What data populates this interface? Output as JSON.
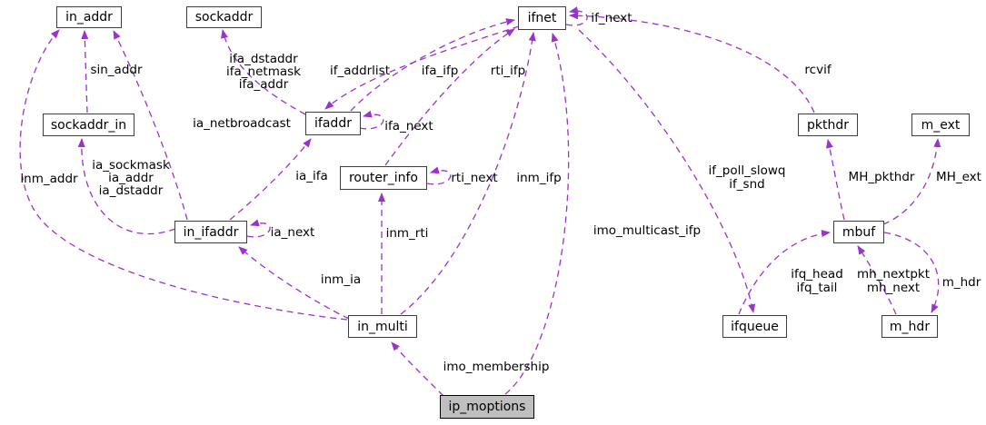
{
  "diagram": {
    "kind": "collaboration-graph",
    "colors": {
      "edge": "#9a32cd",
      "node_border": "#3d3d3d",
      "highlight_fill": "#bfbfbf",
      "node_fill": "#ffffff"
    },
    "nodes": [
      {
        "id": "in_addr",
        "label": "in_addr",
        "highlighted": false
      },
      {
        "id": "sockaddr",
        "label": "sockaddr",
        "highlighted": false
      },
      {
        "id": "ifnet",
        "label": "ifnet",
        "highlighted": false
      },
      {
        "id": "sockaddr_in",
        "label": "sockaddr_in",
        "highlighted": false
      },
      {
        "id": "ifaddr",
        "label": "ifaddr",
        "highlighted": false
      },
      {
        "id": "pkthdr",
        "label": "pkthdr",
        "highlighted": false
      },
      {
        "id": "m_ext",
        "label": "m_ext",
        "highlighted": false
      },
      {
        "id": "router_info",
        "label": "router_info",
        "highlighted": false
      },
      {
        "id": "in_ifaddr",
        "label": "in_ifaddr",
        "highlighted": false
      },
      {
        "id": "mbuf",
        "label": "mbuf",
        "highlighted": false
      },
      {
        "id": "in_multi",
        "label": "in_multi",
        "highlighted": false
      },
      {
        "id": "ifqueue",
        "label": "ifqueue",
        "highlighted": false
      },
      {
        "id": "m_hdr",
        "label": "m_hdr",
        "highlighted": false
      },
      {
        "id": "ip_moptions",
        "label": "ip_moptions",
        "highlighted": true
      }
    ],
    "edges": [
      {
        "from": "ifnet",
        "to": "ifaddr",
        "labels": [
          "if_addrlist"
        ]
      },
      {
        "from": "ifaddr",
        "to": "ifnet",
        "labels": [
          "ifa_ifp"
        ]
      },
      {
        "from": "router_info",
        "to": "ifnet",
        "labels": [
          "rti_ifp"
        ]
      },
      {
        "from": "ifnet",
        "to": "ifnet",
        "labels": [
          "if_next"
        ]
      },
      {
        "from": "pkthdr",
        "to": "ifnet",
        "labels": [
          "rcvif"
        ]
      },
      {
        "from": "sockaddr_in",
        "to": "in_addr",
        "labels": [
          "sin_addr"
        ]
      },
      {
        "from": "in_multi",
        "to": "in_addr",
        "labels": [
          "inm_addr"
        ]
      },
      {
        "from": "in_ifaddr",
        "to": "in_addr",
        "labels": [
          "ia_netbroadcast"
        ]
      },
      {
        "from": "ifaddr",
        "to": "sockaddr",
        "labels": [
          "ifa_dstaddr",
          "ifa_netmask",
          "ifa_addr"
        ]
      },
      {
        "from": "in_ifaddr",
        "to": "sockaddr_in",
        "labels": [
          "ia_sockmask",
          "ia_addr",
          "ia_dstaddr"
        ]
      },
      {
        "from": "ifaddr",
        "to": "ifaddr",
        "labels": [
          "ifa_next"
        ]
      },
      {
        "from": "in_ifaddr",
        "to": "ifaddr",
        "labels": [
          "ia_ifa"
        ]
      },
      {
        "from": "router_info",
        "to": "router_info",
        "labels": [
          "rti_next"
        ]
      },
      {
        "from": "in_multi",
        "to": "router_info",
        "labels": [
          "inm_rti"
        ]
      },
      {
        "from": "in_multi",
        "to": "ifnet",
        "labels": [
          "inm_ifp"
        ]
      },
      {
        "from": "in_ifaddr",
        "to": "in_ifaddr",
        "labels": [
          "ia_next"
        ]
      },
      {
        "from": "in_multi",
        "to": "in_ifaddr",
        "labels": [
          "inm_ia"
        ]
      },
      {
        "from": "ip_moptions",
        "to": "in_multi",
        "labels": [
          "imo_membership"
        ]
      },
      {
        "from": "ip_moptions",
        "to": "ifnet",
        "labels": [
          "imo_multicast_ifp"
        ]
      },
      {
        "from": "ifnet",
        "to": "ifqueue",
        "labels": [
          "if_poll_slowq",
          "if_snd"
        ]
      },
      {
        "from": "mbuf",
        "to": "pkthdr",
        "labels": [
          "MH_pkthdr"
        ]
      },
      {
        "from": "mbuf",
        "to": "m_ext",
        "labels": [
          "MH_ext"
        ]
      },
      {
        "from": "ifqueue",
        "to": "mbuf",
        "labels": [
          "ifq_head",
          "ifq_tail"
        ]
      },
      {
        "from": "m_hdr",
        "to": "mbuf",
        "labels": [
          "mh_nextpkt",
          "mh_next"
        ]
      },
      {
        "from": "mbuf",
        "to": "m_hdr",
        "labels": [
          "m_hdr"
        ]
      }
    ]
  }
}
